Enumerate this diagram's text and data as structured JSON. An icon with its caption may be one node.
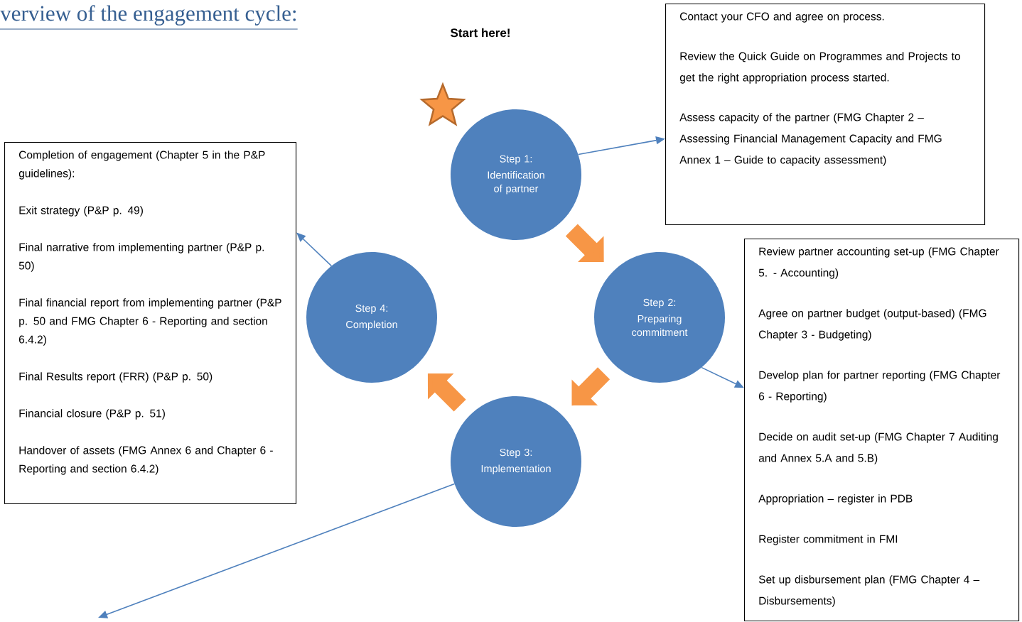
{
  "diagram": {
    "title": "verview of the engagement cycle:",
    "nodes": [
      {
        "text": [
          "Step 1:",
          "Identification of partner"
        ]
      },
      {
        "text": [
          "Step 2:",
          "Preparing commitment"
        ]
      },
      {
        "text": [
          "Step 3:",
          "Implementation"
        ]
      },
      {
        "text": [
          "Step 4:",
          "Completion"
        ]
      },
      {
        "text": [
          "Contact your CFO and agree on process.",
          "Review the Quick Guide on Programmes and Projects to get the right appropriation process started.",
          "Assess capacity of the partner (FMG Chapter 2 – Assessing Financial Management Capacity and FMG Annex 1 – Guide to capacity assessment)"
        ]
      },
      {
        "text": [
          "Review partner accounting set-up (FMG Chapter 5. - Accounting)",
          "Agree on partner budget (output-based) (FMG Chapter 3 - Budgeting)",
          "Develop plan for partner reporting (FMG Chapter 6 - Reporting)",
          "Decide on audit set-up (FMG Chapter 7 Auditing and Annex 5.A and 5.B)",
          "Appropriation – register in PDB",
          "Register commitment in FMI",
          "Set up disbursement plan (FMG Chapter 4 – Disbursements)"
        ]
      },
      {
        "text": [
          "Completion of engagement (Chapter 5 in the P&P guidelines):",
          "Exit strategy (P&P p. 49)",
          "Final narrative from implementing partner (P&P p. 50)",
          "Final financial report from implementing partner (P&P p. 50 and FMG Chapter 6 - Reporting and section 6.4.2)",
          "Final Results report (FRR) (P&P p. 50)",
          "Financial closure (P&P p. 51)",
          "Handover of assets (FMG Annex 6 and Chapter 6 - Reporting and section 6.4.2)"
        ]
      }
    ],
    "edges": [
      {
        "from": 0,
        "to": 1,
        "arrow": "to",
        "style": "thick",
        "color": "#f79646"
      },
      {
        "from": 1,
        "to": 2,
        "arrow": "to",
        "style": "thick",
        "color": "#f79646"
      },
      {
        "from": 2,
        "to": 3,
        "arrow": "to",
        "style": "thick",
        "color": "#f79646"
      },
      {
        "from": 0,
        "to": 4,
        "arrow": "to"
      },
      {
        "from": 1,
        "to": 5,
        "arrow": "to"
      },
      {
        "from": 3,
        "to": 6,
        "arrow": "to"
      },
      {
        "from": 2,
        "to": null,
        "arrow": "to"
      }
    ],
    "labels": [
      "Start here!"
    ]
  }
}
